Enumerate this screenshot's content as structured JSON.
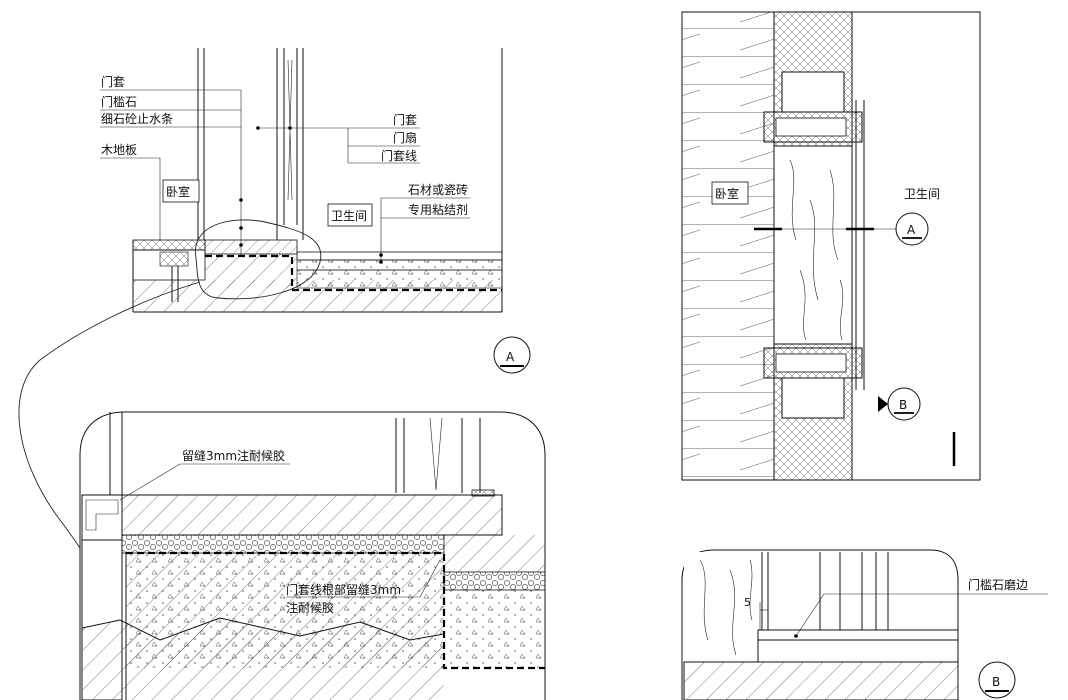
{
  "section_a": {
    "labels": {
      "door_casing_left": "门套",
      "threshold_stone": "门槛石",
      "water_stop": "细石砼止水条",
      "wood_floor": "木地板",
      "bedroom": "卧室",
      "bathroom": "卫生间",
      "door_casing_right": "门套",
      "door_leaf": "门扇",
      "casing_trim": "门套线",
      "stone_or_tile": "石材或瓷砖",
      "adhesive": "专用粘结剂"
    },
    "marker": "A"
  },
  "detail": {
    "note_top": "留缝3mm注耐候胶",
    "note_mid_line1": "门套线根部留缝3mm",
    "note_mid_line2": "注耐候胶"
  },
  "plan": {
    "bedroom": "卧室",
    "bathroom": "卫生间",
    "marker_a": "A",
    "marker_b": "B"
  },
  "section_b": {
    "dimension": "5",
    "label": "门槛石磨边",
    "marker": "B"
  }
}
